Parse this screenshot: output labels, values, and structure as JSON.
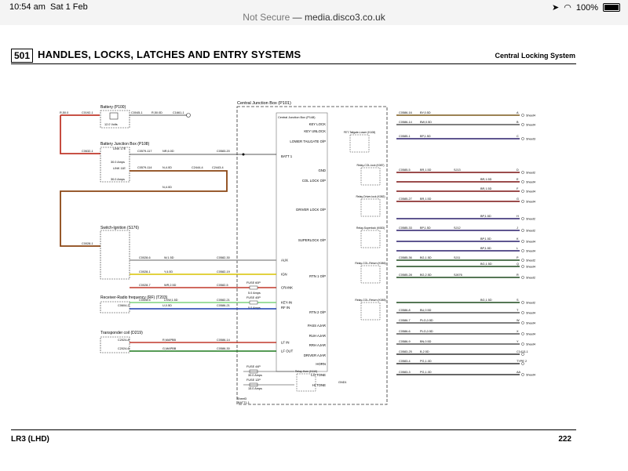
{
  "status_bar": {
    "time": "10:54 am",
    "date": "Sat 1 Feb",
    "battery": "100%"
  },
  "browser": {
    "security": "Not Secure",
    "separator": " — ",
    "url": "media.disco3.co.uk"
  },
  "document": {
    "section_number": "501",
    "section_title": "HANDLES, LOCKS, LATCHES AND ENTRY SYSTEMS",
    "subtitle": "Central Locking System",
    "footer_left": "LR3 (LHD)",
    "footer_right": "222"
  },
  "diagram": {
    "battery": {
      "name": "Battery (P100)",
      "volts": "12.0 Volts",
      "c1": "C0045-1",
      "c2": "C1661-1",
      "wire": "R,50.0D",
      "left_wire": "R,50.0",
      "left_conn": "C0192-1"
    },
    "bjb": {
      "name": "Battery Junction Box (P108)",
      "link1": "LINK 17E",
      "link2": "LINK 11E",
      "fuse1": "30.0 Amps",
      "fuse2": "30.0 Amps",
      "c1": "C0579-117",
      "w1": "NR,6.0D",
      "c2": "C0579-114",
      "w2": "N,4.0D",
      "c3": "C2444-4",
      "c4": "C2443-4",
      "w3": "N,4.0D",
      "c5": "C0583-20",
      "left_conn": "C0632-1"
    },
    "cjb": {
      "name": "Central Junction Box (P101)",
      "inner": "Central Junction Box (P148)",
      "batt": "BATT 1"
    },
    "ignition": {
      "name": "Switch-Ignition (S176)",
      "conn": "C0028-1"
    },
    "ign_wires": [
      {
        "c1": "C0028-6",
        "w": "W,1.5D",
        "c2": "C0582-30",
        "pin": "AUX"
      },
      {
        "c1": "C0028-1",
        "w": "Y,4.0D",
        "c2": "C0582-19",
        "pin": "IGN"
      },
      {
        "c1": "C0028-7",
        "w": "WR,2.5D",
        "c2": "C0582-5",
        "pin": "CRANK"
      },
      {
        "c1": "C0028-5",
        "w": "LGW,1.5D",
        "c2": "C0582-21",
        "pin": "KEY-IN"
      }
    ],
    "fuses": [
      {
        "name": "FUSE 60P",
        "rating": "5.0 Amps"
      },
      {
        "name": "FUSE 40P",
        "rating": "5.0 Amps"
      },
      {
        "name": "FUSE 44P",
        "rating": "30.0 Amps"
      },
      {
        "name": "FUSE 12P",
        "rating": "15.0 Amps"
      }
    ],
    "rf": {
      "name": "Receiver-Radio frequency (RF) (T203)",
      "c1": "C0604-2",
      "w": "U,0.5D",
      "c2": "C0586-21",
      "pin": "RF IN"
    },
    "transponder": {
      "name": "Transponder coil (D219)",
      "wires": [
        {
          "c1": "C2024-8",
          "w": "R,MAPBB",
          "c2": "C0586-14",
          "pin": "LF IN"
        },
        {
          "c1": "C2024-6",
          "w": "G,MAPBB",
          "c2": "C0586-30",
          "pin": "LF OUT"
        }
      ]
    },
    "pins": [
      "KEY LOCK",
      "KEY UNLOCK",
      "LOWER TAILGATE O/P",
      "GND",
      "COL LOCK O/P",
      "DRIVER LOCK O/P",
      "SUPERLOCK O/P",
      "RTN 1 O/P",
      "RTN 2 O/P",
      "PASS AJAR",
      "RUH AJAR",
      "RRH AJAR",
      "DRIVER AJAR",
      "HORN",
      "LO TONE",
      "HI TONE"
    ],
    "relays": [
      "FET-Tailgate-Lower (K108)",
      "Relay-COL-lock (K087)",
      "Relay-Driver-lock (K082)",
      "Relay-Superlock (K083)",
      "Relay-COL-Return (K086)",
      "Relay-COL-Return (K085)",
      "Relay-Horn (K110)"
    ],
    "misc": {
      "sheet": "Sheet3",
      "gnd": "GND1",
      "batt1": "BATT1-1",
      "sheet2": "Sheet2"
    },
    "outputs": [
      {
        "conn": "C0586-16",
        "wire": "BY,0.5D",
        "letter": "A",
        "sheet": "Sheet4",
        "color": "#7a5a1a"
      },
      {
        "conn": "C0586-14",
        "wire": "BW,0.5D",
        "letter": "B",
        "sheet": "Sheet4",
        "color": "#555555"
      },
      {
        "conn": "C0585-1",
        "wire": "BP,1.5D",
        "letter": "C",
        "sheet": "Sheet3",
        "color": "#2a1f6b"
      },
      {
        "conn": "C0585-5",
        "wire": "BR,1.5D",
        "splice": "SJ13",
        "letter": "D",
        "sheet": "Sheet2",
        "color": "#7a1010"
      },
      {
        "conn": "",
        "wire": "BR,1.5D",
        "letter": "E",
        "sheet": "Sheet4",
        "color": "#7a1010"
      },
      {
        "conn": "",
        "wire": "BR,1.5D",
        "letter": "F",
        "sheet": "Sheet4",
        "color": "#7a1010"
      },
      {
        "conn": "C0585-27",
        "wire": "BR,1.5D",
        "letter": "G",
        "sheet": "Sheet4",
        "color": "#7a1010"
      },
      {
        "conn": "",
        "wire": "BP,1.5D",
        "letter": "H",
        "sheet": "Sheet2",
        "color": "#2a1f6b"
      },
      {
        "conn": "C0585-33",
        "wire": "BP,1.5D",
        "splice": "SJ12",
        "letter": "J",
        "sheet": "Sheet2",
        "color": "#2a1f6b"
      },
      {
        "conn": "",
        "wire": "BP,1.5D",
        "letter": "K",
        "sheet": "Sheet4",
        "color": "#2a1f6b"
      },
      {
        "conn": "",
        "wire": "BP,1.5D",
        "letter": "L",
        "sheet": "Sheet4",
        "color": "#2a1f6b"
      },
      {
        "conn": "C0585-36",
        "wire": "BG,1.5D",
        "splice": "SJ11",
        "letter": "P",
        "sheet": "Sheet2",
        "color": "#1d4a1d"
      },
      {
        "conn": "",
        "wire": "BG,1.5D",
        "letter": "Q",
        "sheet": "Sheet4",
        "color": "#1d4a1d"
      },
      {
        "conn": "C0585-28",
        "wire": "BG,2.5D",
        "splice": "SJ676",
        "letter": "R",
        "sheet": "Sheet2",
        "color": "#1d4a1d"
      },
      {
        "conn": "",
        "wire": "BG,1.5D",
        "letter": "S",
        "sheet": "Sheet2",
        "color": "#1d4a1d"
      },
      {
        "conn": "C0586-8",
        "wire": "BU,0.5D",
        "letter": "T",
        "sheet": "Sheet4",
        "color": "#555555"
      },
      {
        "conn": "C0586-7",
        "wire": "PLG,0.5D",
        "letter": "W",
        "sheet": "Sheet4",
        "color": "#555555"
      },
      {
        "conn": "C0586-6",
        "wire": "PLG,0.5D",
        "letter": "X",
        "sheet": "Sheet4",
        "color": "#555555"
      },
      {
        "conn": "C0586-9",
        "wire": "BN,0.5D",
        "letter": "Y",
        "sheet": "Sheet4",
        "color": "#555555"
      },
      {
        "conn": "C0583-25",
        "wire": "B,2.5D",
        "letter": "C1413-1",
        "sheet": "",
        "color": "#333333"
      },
      {
        "conn": "C0583-4",
        "wire": "PG,1.0D",
        "letter": "TYPE 2",
        "sheet": "",
        "color": "#333333"
      },
      {
        "conn": "C0583-3",
        "wire": "PG,1.0D",
        "letter": "AA",
        "sheet": "Sheet4",
        "color": "#333333"
      }
    ]
  }
}
